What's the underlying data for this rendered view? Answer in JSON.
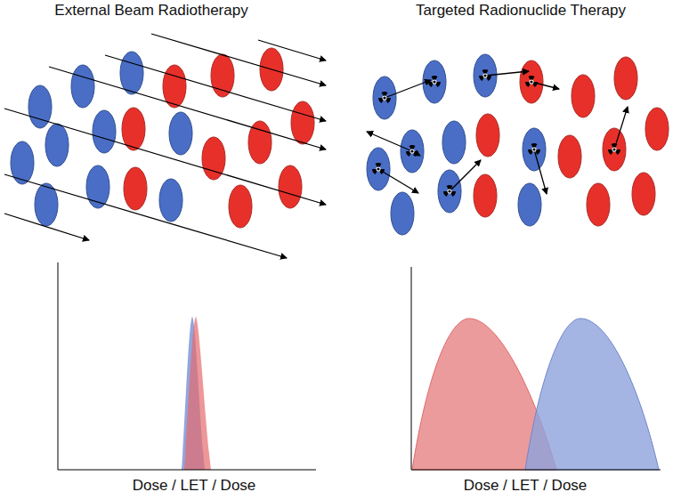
{
  "diagram": {
    "labels": [
      "External Beam Radiotherapy",
      "Targeted Radionuclide Therapy",
      "Dose / LET / Dose",
      "Dose / LET / Dose"
    ]
  }
}
